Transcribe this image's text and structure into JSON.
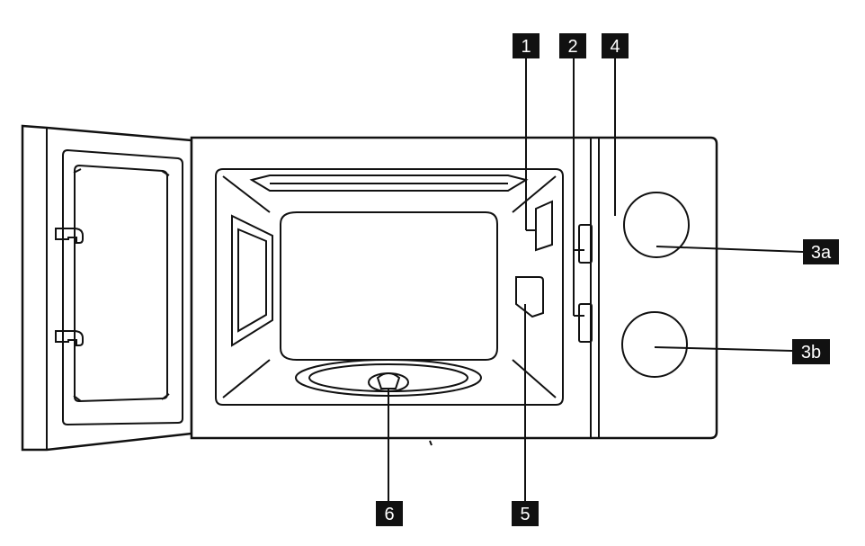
{
  "diagram": {
    "callouts": [
      {
        "id": "c1",
        "label": "1"
      },
      {
        "id": "c2",
        "label": "2"
      },
      {
        "id": "c4",
        "label": "4"
      },
      {
        "id": "c3a",
        "label": "3a"
      },
      {
        "id": "c3b",
        "label": "3b"
      },
      {
        "id": "c5",
        "label": "5"
      },
      {
        "id": "c6",
        "label": "6"
      }
    ]
  },
  "colors": {
    "line": "#111111",
    "label_box": "#111111",
    "label_text": "#ffffff",
    "background": "#ffffff"
  }
}
